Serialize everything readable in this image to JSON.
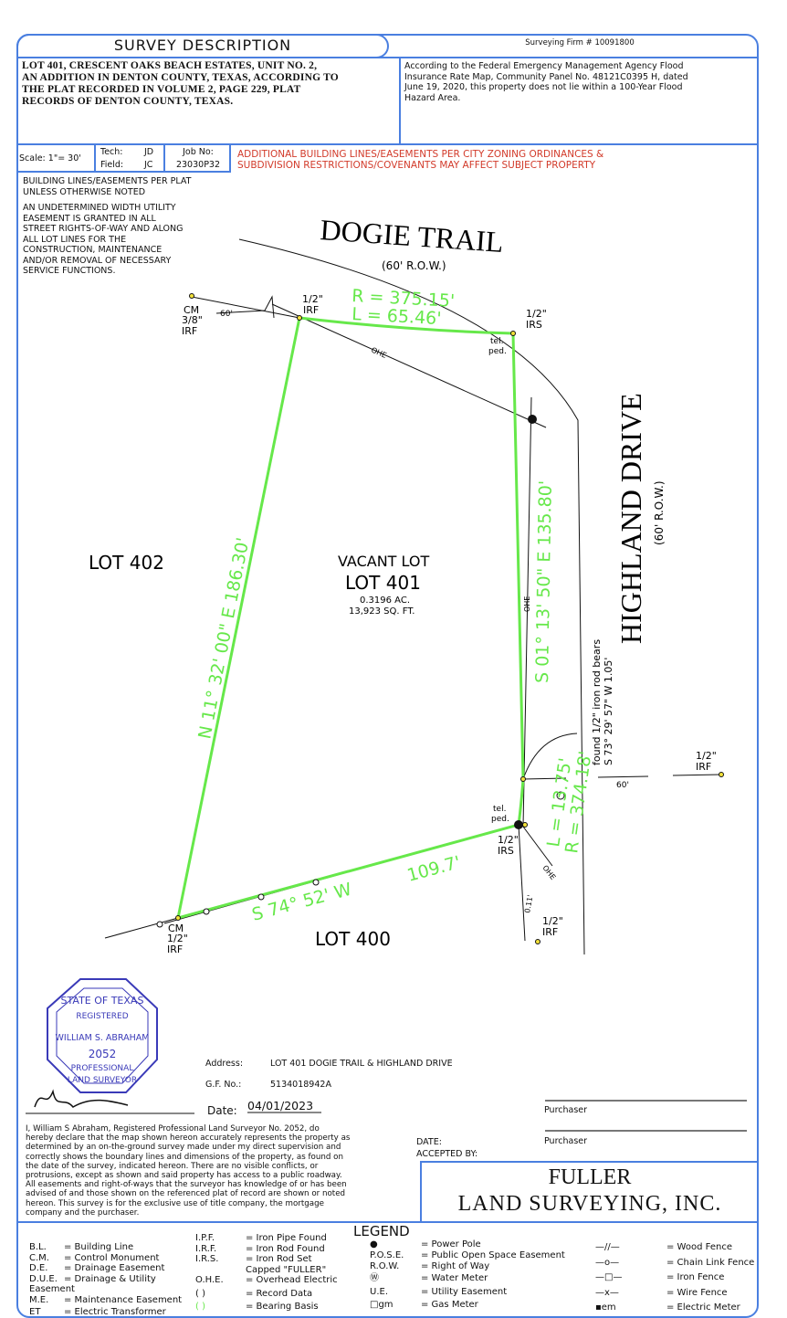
{
  "header": {
    "title": "SURVEY DESCRIPTION",
    "firm": "Surveying Firm # 10091800"
  },
  "description": {
    "legal": [
      "LOT 401, CRESCENT OAKS BEACH ESTATES, UNIT NO. 2,",
      "AN ADDITION IN DENTON COUNTY, TEXAS, ACCORDING TO",
      "THE PLAT RECORDED IN VOLUME 2, PAGE 229, PLAT",
      "RECORDS OF DENTON COUNTY, TEXAS."
    ],
    "flood": [
      "According to the Federal Emergency Management Agency Flood",
      "Insurance Rate Map, Community Panel No. 48121C0395 H, dated",
      "June 19, 2020, this property does not lie within a 100-Year Flood",
      "Hazard Area."
    ]
  },
  "info": {
    "scale": "Scale: 1\"= 30'",
    "tech_label": "Tech:",
    "tech": "JD",
    "field_label": "Field:",
    "field": "JC",
    "job_label": "Job No:",
    "job": "23030P32",
    "warning": [
      "ADDITIONAL BUILDING LINES/EASEMENTS PER CITY ZONING ORDINANCES &",
      "SUBDIVISION RESTRICTIONS/COVENANTS MAY AFFECT SUBJECT PROPERTY"
    ]
  },
  "notes": {
    "building_lines": [
      "BUILDING LINES/EASEMENTS PER PLAT",
      "UNLESS OTHERWISE NOTED"
    ],
    "easement": [
      "AN UNDETERMINED WIDTH UTILITY",
      "EASEMENT IS GRANTED IN ALL",
      "STREET RIGHTS-OF-WAY AND ALONG",
      "ALL LOT LINES FOR THE",
      "CONSTRUCTION, MAINTENANCE",
      "AND/OR REMOVAL OF NECESSARY",
      "SERVICE FUNCTIONS."
    ]
  },
  "map": {
    "street_north": "DOGIE TRAIL",
    "street_north_row": "(60' R.O.W.)",
    "street_east": "HIGHLAND DRIVE",
    "street_east_row": "(60' R.O.W.)",
    "lot_402": "LOT 402",
    "lot_400": "LOT 400",
    "vacant": "VACANT LOT",
    "lot_401": "LOT 401",
    "acres": "0.3196 AC.",
    "sqft": "13,923 SQ. FT.",
    "curve_north_r": "R = 375.15'",
    "curve_north_l": "L = 65.46'",
    "west_line": "N 11° 32' 00\" E    186.30'",
    "east_line": "S 01° 13' 50\" E    135.80'",
    "south_line": "S 74° 52' W",
    "south_dist": "109.7'",
    "curve_south_l": "L = 13.75'",
    "curve_south_r": "R = 374.18'",
    "found_note_1": "found 1/2\" iron rod bears",
    "found_note_2": "S 73° 29' 57\" W    1.05'",
    "ohe": "OHE",
    "sixty": "60'",
    "tel_ped": [
      "tel.",
      "ped."
    ],
    "monuments": {
      "cm_nw": [
        "CM",
        "3/8\"",
        "IRF"
      ],
      "irf_nw": [
        "1/2\"",
        "IRF"
      ],
      "irs_ne": [
        "1/2\"",
        "IRS"
      ],
      "irf_e": [
        "1/2\"",
        "IRF"
      ],
      "irs_se": [
        "1/2\"",
        "IRS"
      ],
      "irf_s": [
        "1/2\"",
        "IRF"
      ],
      "cm_sw": [
        "CM",
        "1/2\"",
        "IRF"
      ],
      "south_offset": "0.11'"
    },
    "colors": {
      "boundary": "#66e84a",
      "frame": "#4a7fe0",
      "warning": "#d23a2a",
      "seal": "#3a3ab8"
    }
  },
  "seal": {
    "text": [
      "STATE OF TEXAS",
      "REGISTERED",
      "WILLIAM S. ABRAHAM",
      "2052",
      "PROFESSIONAL",
      "LAND SURVEYOR"
    ]
  },
  "certificate": {
    "address_label": "Address:",
    "address": "LOT 401 DOGIE TRAIL & HIGHLAND DRIVE",
    "gf_label": "G.F. No.:",
    "gf": "5134018942A",
    "date_label": "Date:",
    "date": "04/01/2023",
    "statement": [
      "I, William S Abraham, Registered Professional Land Surveyor No. 2052, do",
      "hereby declare that the map shown hereon accurately represents the property as",
      "determined by an on-the-ground survey made under my direct supervision and",
      "correctly shows the boundary lines and dimensions of the property, as found on",
      "the date of the survey, indicated hereon. There are no visible conflicts, or",
      "protrusions, except as shown and said property has access to a public roadway.",
      "All easements and right-of-ways that the surveyor has knowledge of or has been",
      "advised of and those shown on the referenced plat of record are shown or noted",
      "hereon. This survey is for the exclusive use of title company, the mortgage",
      "company and the purchaser."
    ],
    "purchaser_1": "Purchaser",
    "purchaser_2": "Purchaser",
    "date_accept": "DATE:",
    "accepted_by": "ACCEPTED BY:"
  },
  "company": {
    "line1": "FULLER",
    "line2": "LAND SURVEYING, INC."
  },
  "legend": {
    "title": "LEGEND",
    "col1": [
      [
        "B.L.",
        "= Building Line"
      ],
      [
        "C.M.",
        "= Control Monument"
      ],
      [
        "D.E.",
        "= Drainage Easement"
      ],
      [
        "D.U.E.",
        "= Drainage & Utility Easement"
      ],
      [
        "M.E.",
        "= Maintenance Easement"
      ],
      [
        "ET",
        "= Electric Transformer"
      ]
    ],
    "col2": [
      [
        "I.P.F.",
        "= Iron Pipe Found"
      ],
      [
        "I.R.F.",
        "= Iron Rod Found"
      ],
      [
        "I.R.S.",
        "= Iron Rod Set Capped \"FULLER\""
      ],
      [
        "O.H.E.",
        "= Overhead Electric"
      ],
      [
        "(    )",
        "= Record Data"
      ],
      [
        "(    )",
        "= Bearing Basis"
      ]
    ],
    "col3": [
      [
        "●",
        "= Power Pole"
      ],
      [
        "P.O.S.E.",
        "= Public Open Space Easement"
      ],
      [
        "R.O.W.",
        "= Right of Way"
      ],
      [
        "Ⓦ",
        "= Water Meter"
      ],
      [
        "U.E.",
        "= Utility Easement"
      ],
      [
        "□gm",
        "= Gas Meter"
      ]
    ],
    "col4": [
      [
        "—//—",
        "= Wood Fence"
      ],
      [
        "—o—",
        "= Chain Link Fence"
      ],
      [
        "—□—",
        "= Iron Fence"
      ],
      [
        "—x—",
        "= Wire Fence"
      ],
      [
        "▪em",
        "= Electric Meter"
      ]
    ]
  }
}
